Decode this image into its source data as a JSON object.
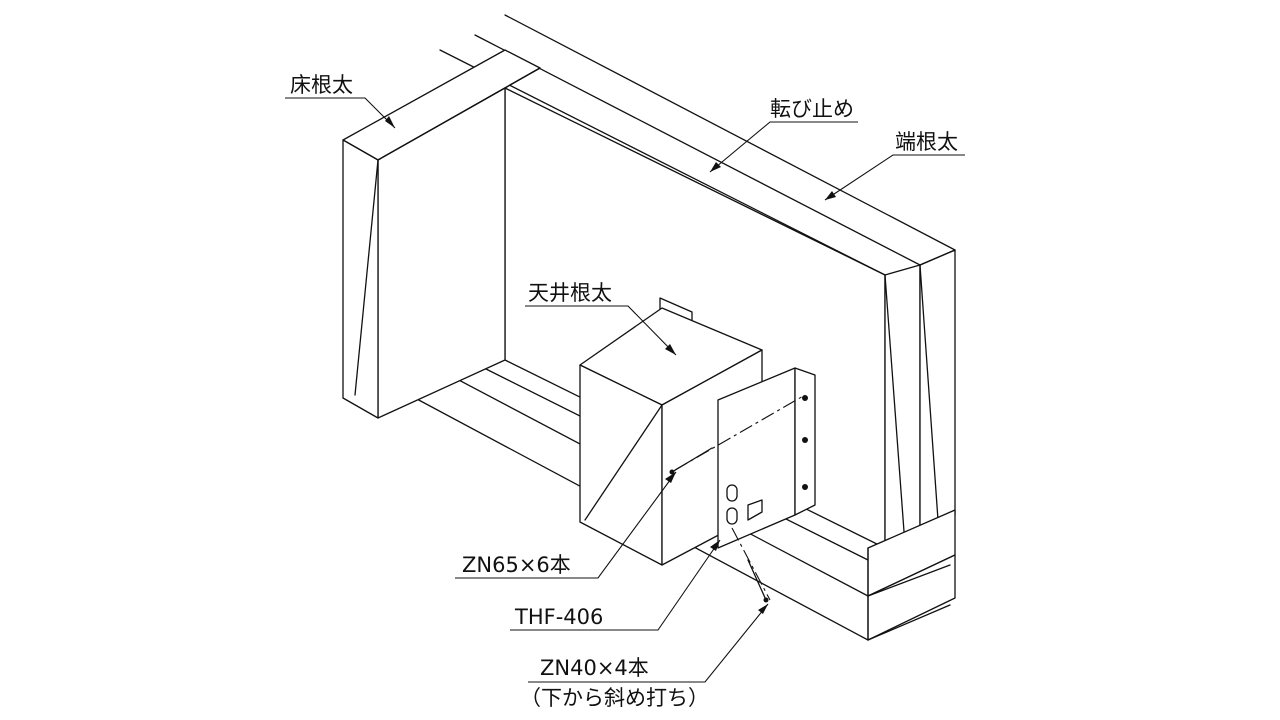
{
  "labels": {
    "floor_joist": "床根太",
    "blocking": "転び止め",
    "rim_joist": "端根太",
    "ceiling_joist": "天井根太",
    "nail_zn65": "ZN65×6本",
    "hanger": "THF-406",
    "nail_zn40": "ZN40×4本",
    "nail_zn40_note": "（下から斜め打ち）"
  },
  "colors": {
    "line": "#111111",
    "background": "#ffffff"
  }
}
